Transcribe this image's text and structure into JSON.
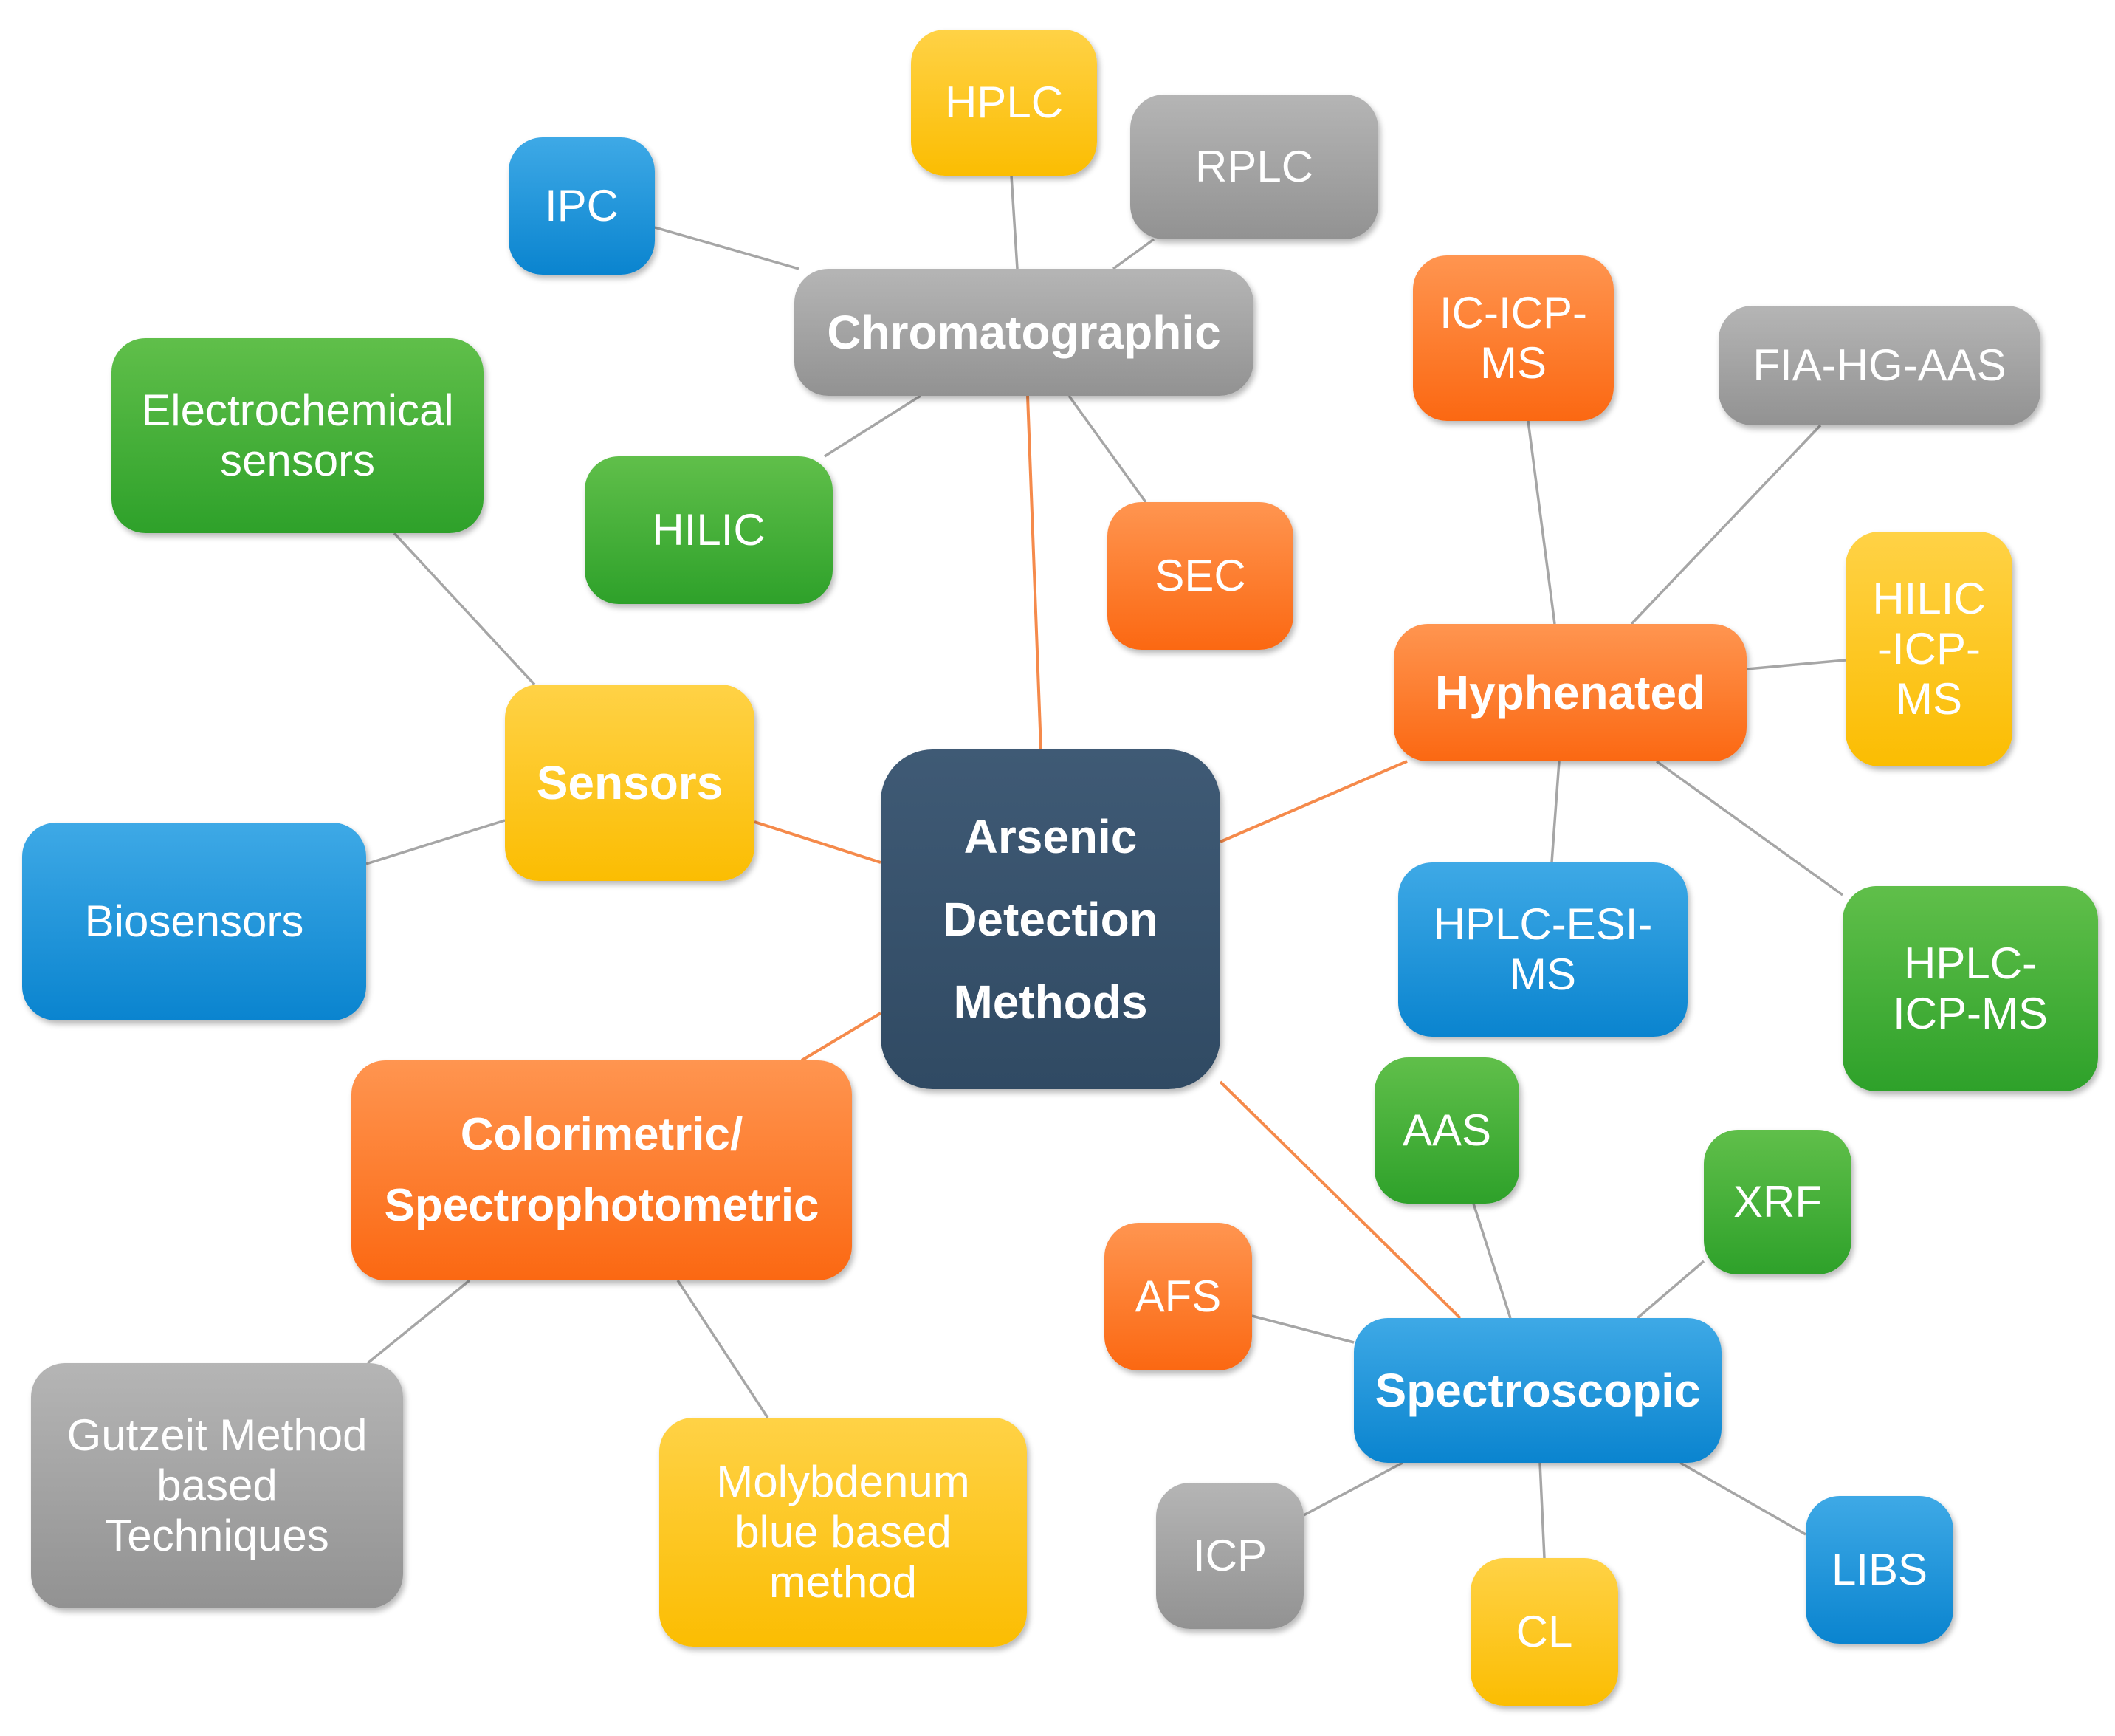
{
  "center": {
    "label": "Arsenic\nDetection\nMethods",
    "color": "navy"
  },
  "categories": {
    "chromatographic": {
      "label": "Chromatographic",
      "color": "gray"
    },
    "hyphenated": {
      "label": "Hyphenated",
      "color": "orange"
    },
    "sensors": {
      "label": "Sensors",
      "color": "yellow"
    },
    "colorimetric": {
      "label": "Colorimetric/\nSpectrophotometric",
      "color": "orange"
    },
    "spectroscopic": {
      "label": "Spectroscopic",
      "color": "blue"
    }
  },
  "chromatographic_methods": {
    "hplc": "HPLC",
    "rplc": "RPLC",
    "ipc": "IPC",
    "hilic": "HILIC",
    "sec": "SEC"
  },
  "hyphenated_methods": {
    "ic_icp_ms": "IC-ICP-\nMS",
    "fia_hg_aas": "FIA-HG-AAS",
    "hilic_icp_ms": "HILIC\n-ICP-\nMS",
    "hplc_esi_ms": "HPLC-ESI-\nMS",
    "hplc_icp_ms": "HPLC-\nICP-MS"
  },
  "sensor_methods": {
    "electrochemical": "Electrochemical\nsensors",
    "biosensors": "Biosensors"
  },
  "colorimetric_methods": {
    "gutzeit": "Gutzeit Method\nbased\nTechniques",
    "molybdenum": "Molybdenum\nblue based\nmethod"
  },
  "spectroscopic_methods": {
    "aas": "AAS",
    "xrf": "XRF",
    "afs": "AFS",
    "icp": "ICP",
    "cl": "CL",
    "libs": "LIBS"
  },
  "colors": {
    "orange": "#fb6812",
    "blue": "#0a84cf",
    "green": "#2ea12a",
    "yellow": "#fbbd02",
    "gray": "#929292",
    "navy": "#304a63",
    "primary_link": "#f58a4b",
    "secondary_link": "#a6a6a6"
  }
}
